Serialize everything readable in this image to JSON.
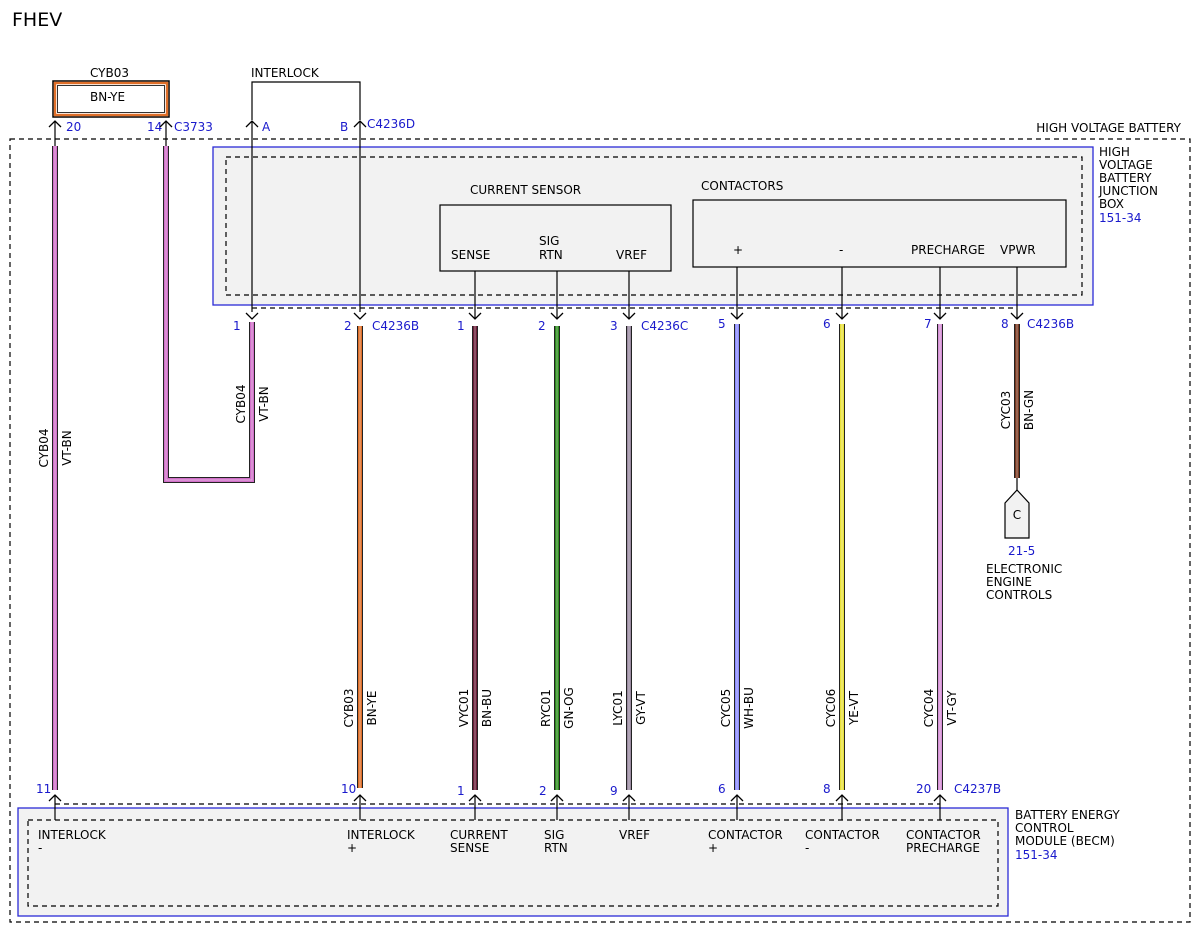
{
  "title": "FHEV",
  "hv_battery_label": "HIGH VOLTAGE BATTERY",
  "jbox_label": [
    "HIGH",
    "VOLTAGE",
    "BATTERY",
    "JUNCTION",
    "BOX"
  ],
  "jbox_ref": "151-34",
  "becm_label": [
    "BATTERY ENERGY",
    "CONTROL",
    "MODULE (BECM)"
  ],
  "becm_ref": "151-34",
  "current_sensor": {
    "title": "CURRENT SENSOR",
    "pins": [
      "SENSE",
      "SIG",
      "RTN",
      "VREF"
    ]
  },
  "contactors": {
    "title": "CONTACTORS",
    "pins": [
      "+",
      "-",
      "PRECHARGE",
      "VPWR"
    ]
  },
  "interlock_loop_label": "INTERLOCK",
  "cyb03_loop": {
    "circuit": "CYB03",
    "color": "BN-YE"
  },
  "top_pins": {
    "p20": "20",
    "p14": "14",
    "c3733": "C3733",
    "pa": "A",
    "pb": "B",
    "c4236d": "C4236D"
  },
  "jbox_pins": {
    "p1": "1",
    "p2": "2",
    "c4236b_left": "C4236B",
    "cs1": "1",
    "cs2": "2",
    "cs3": "3",
    "c4236c": "C4236C",
    "ct5": "5",
    "ct6": "6",
    "ct7": "7",
    "ct8": "8",
    "c4236b_right": "C4236B"
  },
  "becm_pins": {
    "p11": "11",
    "p10": "10",
    "p1": "1",
    "p2": "2",
    "p9": "9",
    "p6": "6",
    "p8": "8",
    "p20": "20",
    "c4237b": "C4237B"
  },
  "wires": [
    {
      "id": "cyb04-left",
      "circuit": "CYB04",
      "color": "VT-BN",
      "hex": "#d070c8"
    },
    {
      "id": "cyb04-mid",
      "circuit": "CYB04",
      "color": "VT-BN",
      "hex": "#d070c8"
    },
    {
      "id": "cyb03",
      "circuit": "CYB03",
      "color": "BN-YE",
      "hex": "#e0702a"
    },
    {
      "id": "vyc01",
      "circuit": "VYC01",
      "color": "BN-BU",
      "hex": "#6b1f3a"
    },
    {
      "id": "ryc01",
      "circuit": "RYC01",
      "color": "GN-OG",
      "hex": "#2e8b1e"
    },
    {
      "id": "lyc01",
      "circuit": "LYC01",
      "color": "GY-VT",
      "hex": "#9a8aa0"
    },
    {
      "id": "cyc05",
      "circuit": "CYC05",
      "color": "WH-BU",
      "hex": "#8c8cff"
    },
    {
      "id": "cyc06",
      "circuit": "CYC06",
      "color": "YE-VT",
      "hex": "#e8e03a"
    },
    {
      "id": "cyc04",
      "circuit": "CYC04",
      "color": "VT-GY",
      "hex": "#d690d6"
    },
    {
      "id": "cyc03",
      "circuit": "CYC03",
      "color": "BN-GN",
      "hex": "#7a3a22"
    }
  ],
  "becm_pin_labels": [
    [
      "INTERLOCK",
      "-"
    ],
    [
      "INTERLOCK",
      "+"
    ],
    [
      "CURRENT",
      "SENSE"
    ],
    [
      "SIG",
      "RTN"
    ],
    [
      "VREF",
      ""
    ],
    [
      "CONTACTOR",
      "+"
    ],
    [
      "CONTACTOR",
      "-"
    ],
    [
      "CONTACTOR",
      "PRECHARGE"
    ]
  ],
  "eec_connector": {
    "letter": "C",
    "ref": "21-5",
    "label": [
      "ELECTRONIC",
      "ENGINE",
      "CONTROLS"
    ]
  }
}
